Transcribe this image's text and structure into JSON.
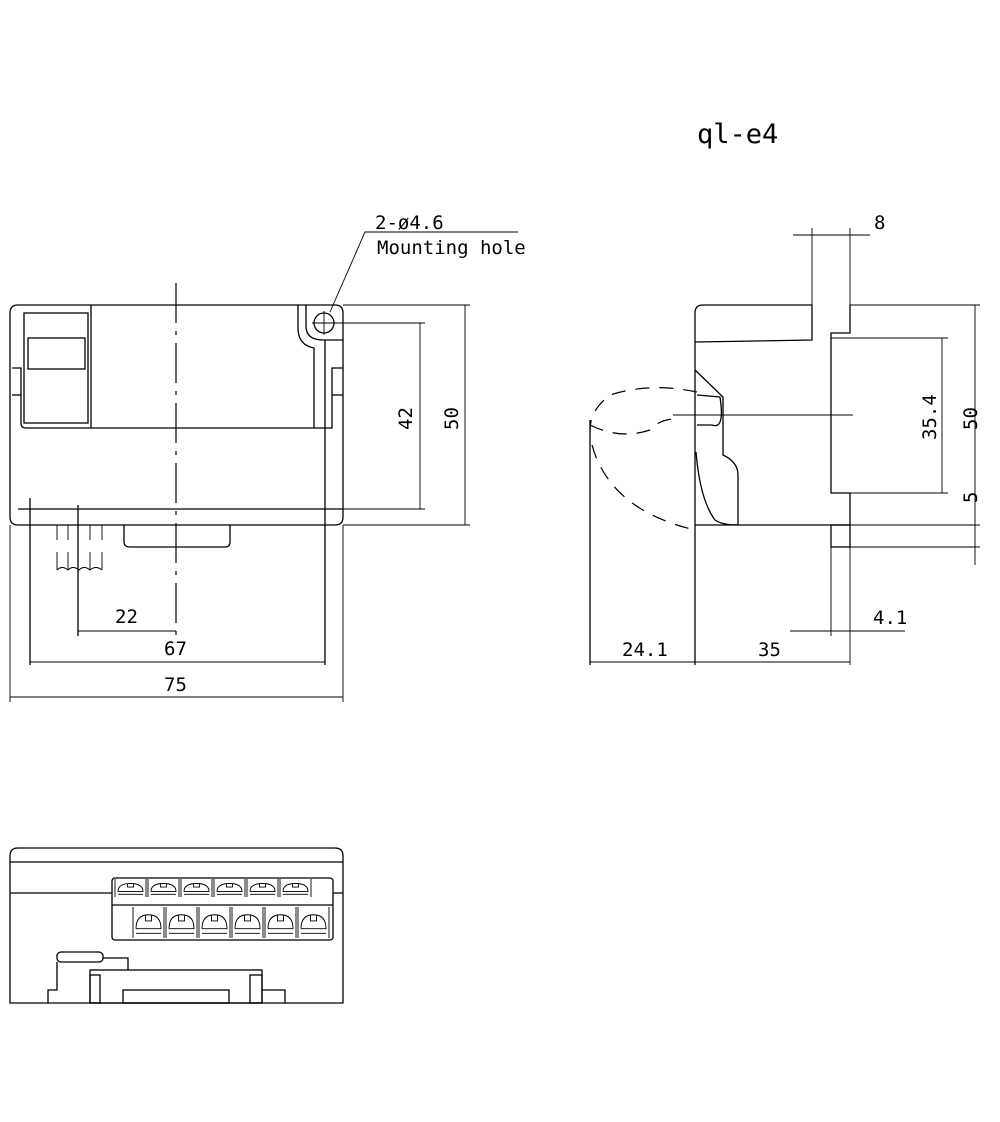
{
  "title": "ql-e4",
  "front_view": {
    "hole_label": "2-ø4.6",
    "hole_note": "Mounting hole",
    "dims": {
      "height_holes": "42",
      "height": "50",
      "pin_offset": "22",
      "hole_spacing": "67",
      "width": "75"
    }
  },
  "side_view": {
    "dims": {
      "top_step": "8",
      "rail_height": "35.4",
      "height": "50",
      "bottom_step": "5",
      "knob_depth": "24.1",
      "depth": "35",
      "clip_width": "4.1"
    }
  },
  "bottom_view": {
    "terminal_count_upper": 6,
    "terminal_count_lower": 6
  }
}
